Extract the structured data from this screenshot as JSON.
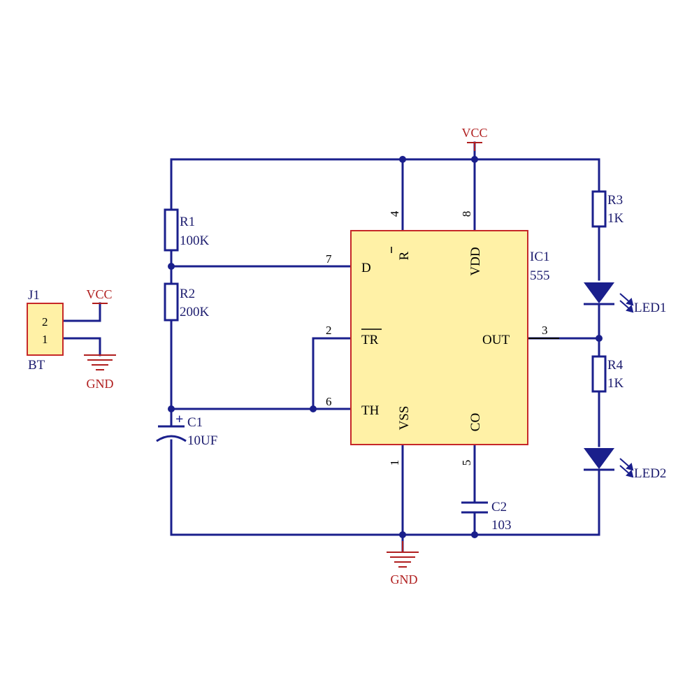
{
  "colors": {
    "wire": "#1a1f8c",
    "power": "#b01e1e",
    "ic_fill": "#fff1a6",
    "ic_border": "#c62828",
    "conn_fill": "#fff1a6",
    "label": "#1c1c6e",
    "pin_text": "#000000"
  },
  "connector": {
    "ref": "J1",
    "value": "BT",
    "pin_top": "2",
    "pin_bottom": "1",
    "vcc": "VCC",
    "gnd": "GND"
  },
  "power": {
    "vcc_top": "VCC",
    "gnd_bottom": "GND"
  },
  "resistors": {
    "r1": {
      "ref": "R1",
      "value": "100K"
    },
    "r2": {
      "ref": "R2",
      "value": "200K"
    },
    "r3": {
      "ref": "R3",
      "value": "1K"
    },
    "r4": {
      "ref": "R4",
      "value": "1K"
    }
  },
  "capacitors": {
    "c1": {
      "ref": "C1",
      "value": "10UF"
    },
    "c2": {
      "ref": "C2",
      "value": "103"
    }
  },
  "leds": {
    "led1": "LED1",
    "led2": "LED2"
  },
  "ic": {
    "ref": "IC1",
    "value": "555",
    "pins": {
      "d": "D",
      "r": "R",
      "vdd": "VDD",
      "tr": "TR",
      "out": "OUT",
      "th": "TH",
      "vss": "VSS",
      "co": "CO"
    },
    "pin_numbers": {
      "reset": "4",
      "vdd": "8",
      "discharge": "7",
      "trigger": "2",
      "output": "3",
      "threshold": "6",
      "vss": "1",
      "control": "5"
    }
  }
}
